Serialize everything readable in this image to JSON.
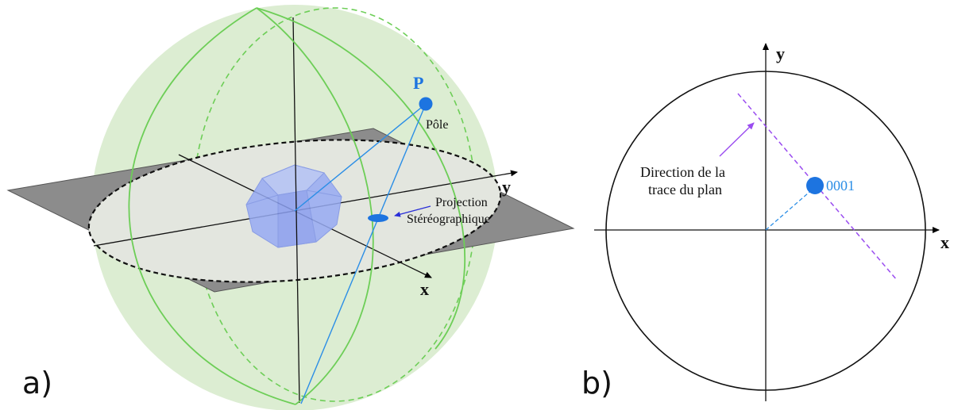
{
  "panel_a": {
    "tag": "a)",
    "pole_letter": "P",
    "pole_label": "Pôle",
    "axis_x": "x",
    "axis_y": "y",
    "projection_line1": "Projection",
    "projection_line2": "Stéréographique"
  },
  "panel_b": {
    "tag": "b)",
    "axis_x": "x",
    "axis_y": "y",
    "trace_line1": "Direction de la",
    "trace_line2": "trace du plan",
    "pole_index": "0001"
  },
  "colors": {
    "sphere_fill": "#dcedd2",
    "meridian": "#6dce57",
    "plane": "#8c8c8c",
    "plane_inner": "#e3e6df",
    "crystal": "#8a9ef0",
    "pole_blue": "#1d74e0",
    "trace_purple": "#9a4cf0"
  }
}
